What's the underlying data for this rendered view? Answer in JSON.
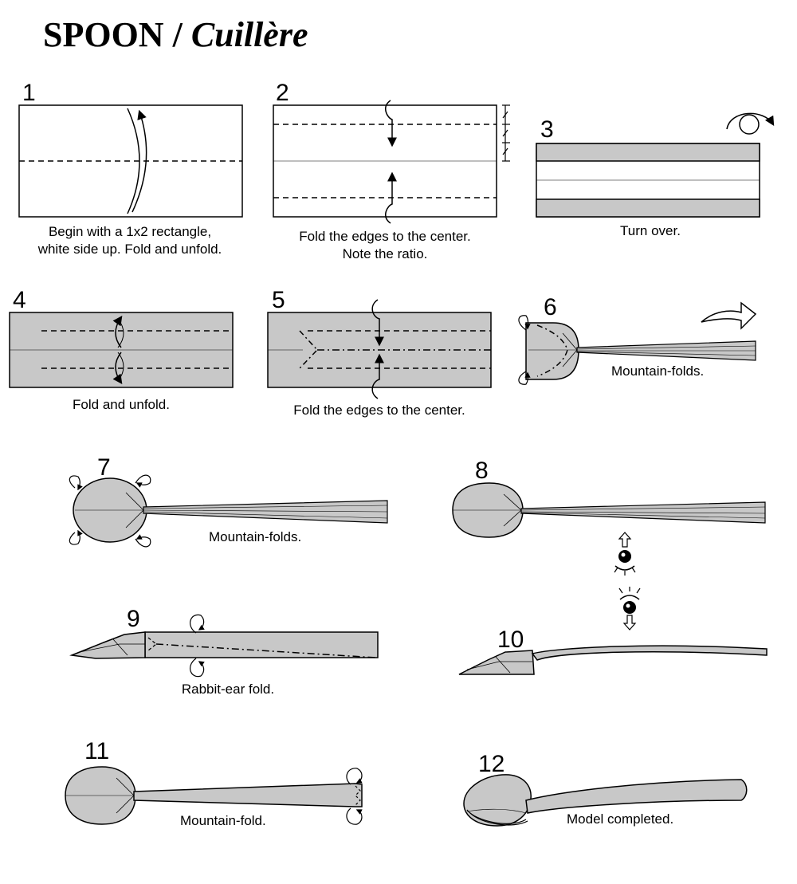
{
  "title": {
    "main": "SPOON",
    "separator": " / ",
    "alt": "Cuillère"
  },
  "colors": {
    "paper_gray": "#c8c8c8",
    "stroke": "#000000",
    "background": "#ffffff"
  },
  "steps": [
    {
      "number": "1",
      "caption": [
        "Begin with a 1x2 rectangle,",
        "white side up. Fold and unfold."
      ]
    },
    {
      "number": "2",
      "caption": [
        "Fold the edges to the center.",
        "Note the ratio."
      ]
    },
    {
      "number": "3",
      "caption": [
        "Turn over."
      ]
    },
    {
      "number": "4",
      "caption": [
        "Fold and unfold."
      ]
    },
    {
      "number": "5",
      "caption": [
        "Fold the edges to the center."
      ]
    },
    {
      "number": "6",
      "caption": [
        "Mountain-folds."
      ]
    },
    {
      "number": "7",
      "caption": [
        "Mountain-folds."
      ]
    },
    {
      "number": "8",
      "caption": []
    },
    {
      "number": "9",
      "caption": [
        "Rabbit-ear fold."
      ]
    },
    {
      "number": "10",
      "caption": []
    },
    {
      "number": "11",
      "caption": [
        "Mountain-fold."
      ]
    },
    {
      "number": "12",
      "caption": [
        "Model completed."
      ]
    }
  ],
  "icons": {
    "turn_over": "turn-over-icon",
    "rotate_view": "eye-view-icon",
    "fold_arrow": "fold-arrow-icon",
    "next_arrow": "hollow-arrow-icon"
  }
}
